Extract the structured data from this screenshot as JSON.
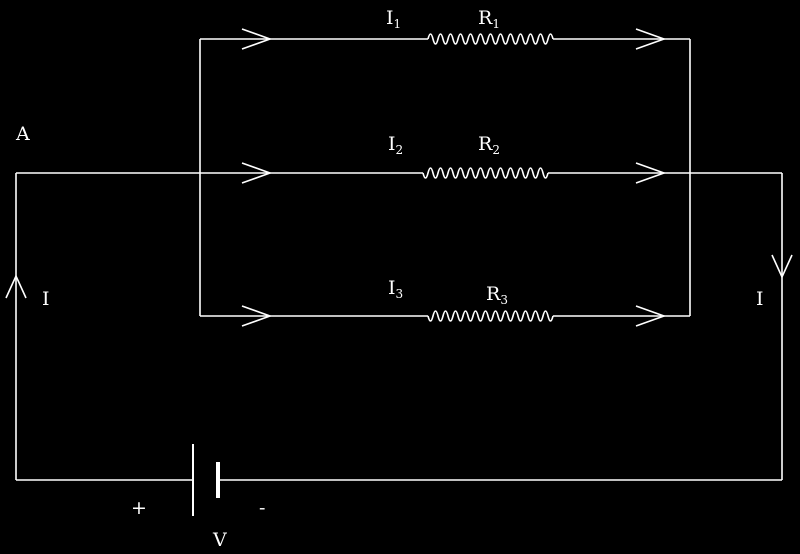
{
  "diagram": {
    "colors": {
      "background": "#000000",
      "line": "#ffffff"
    },
    "node_label": "A",
    "branches": [
      {
        "current": "I",
        "current_sub": "1",
        "resistor": "R",
        "resistor_sub": "1"
      },
      {
        "current": "I",
        "current_sub": "2",
        "resistor": "R",
        "resistor_sub": "2"
      },
      {
        "current": "I",
        "current_sub": "3",
        "resistor": "R",
        "resistor_sub": "3"
      }
    ],
    "total_current_left": "I",
    "total_current_right": "I",
    "battery": {
      "voltage_label": "V",
      "plus": "+",
      "minus": "-"
    }
  }
}
